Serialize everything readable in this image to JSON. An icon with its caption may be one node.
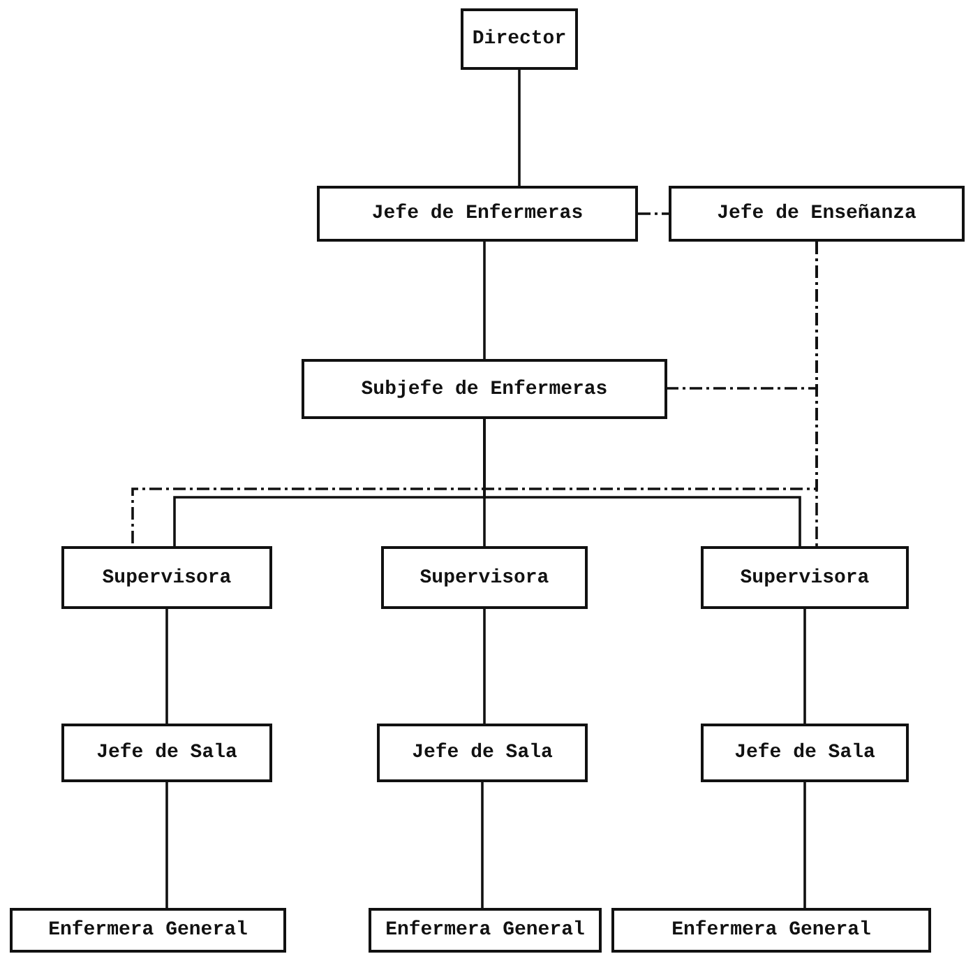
{
  "diagram": {
    "nodes": [
      {
        "text": [
          "Director"
        ]
      },
      {
        "text": [
          "Jefe de Enfermeras"
        ]
      },
      {
        "text": [
          "Jefe de Enseñanza"
        ]
      },
      {
        "text": [
          "Subjefe de Enfermeras"
        ]
      },
      {
        "text": [
          "Supervisora"
        ]
      },
      {
        "text": [
          "Supervisora"
        ]
      },
      {
        "text": [
          "Supervisora"
        ]
      },
      {
        "text": [
          "Jefe de Sala"
        ]
      },
      {
        "text": [
          "Jefe de Sala"
        ]
      },
      {
        "text": [
          "Jefe de Sala"
        ]
      },
      {
        "text": [
          "Enfermera General"
        ]
      },
      {
        "text": [
          "Enfermera General"
        ]
      },
      {
        "text": [
          "Enfermera General"
        ]
      }
    ],
    "edges": [
      {
        "from": 0,
        "to": 1,
        "arrow": "none"
      },
      {
        "from": 1,
        "to": 2,
        "arrow": "none",
        "style": "dashed"
      },
      {
        "from": 1,
        "to": 3,
        "arrow": "none"
      },
      {
        "from": 2,
        "to": 3,
        "arrow": "none",
        "style": "dashed"
      },
      {
        "from": 2,
        "to": 4,
        "arrow": "none",
        "style": "dashed"
      },
      {
        "from": 2,
        "to": 6,
        "arrow": "none",
        "style": "dashed"
      },
      {
        "from": 3,
        "to": 4,
        "arrow": "none"
      },
      {
        "from": 3,
        "to": 5,
        "arrow": "none"
      },
      {
        "from": 3,
        "to": 6,
        "arrow": "none"
      },
      {
        "from": 4,
        "to": 7,
        "arrow": "none"
      },
      {
        "from": 5,
        "to": 8,
        "arrow": "none"
      },
      {
        "from": 6,
        "to": 9,
        "arrow": "none"
      },
      {
        "from": 7,
        "to": 10,
        "arrow": "none"
      },
      {
        "from": 8,
        "to": 11,
        "arrow": "none"
      },
      {
        "from": 9,
        "to": 12,
        "arrow": "none"
      }
    ]
  }
}
